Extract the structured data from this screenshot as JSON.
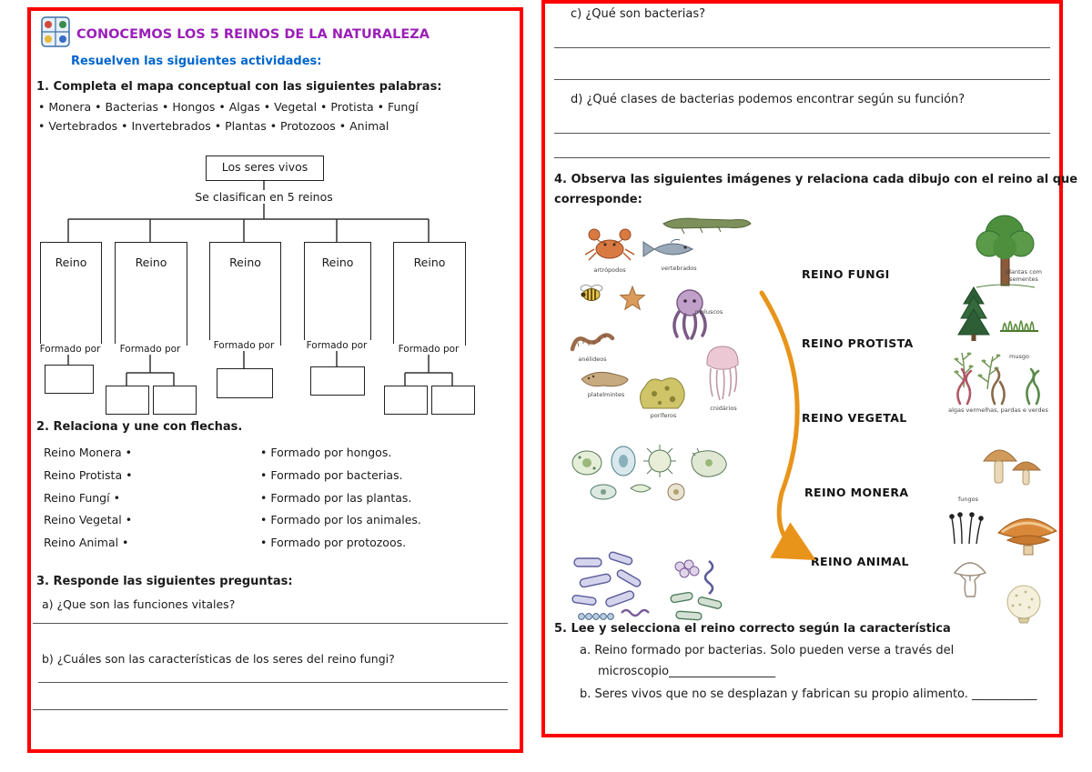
{
  "left_page": {
    "title": "CONOCEMOS LOS 5 REINOS DE LA NATURALEZA",
    "subtitle": "Resuelven las siguientes actividades:",
    "activity1": {
      "heading": "1. Completa el mapa conceptual con las siguientes palabras:",
      "word_bank_line1": "• Monera   • Bacterias   • Hongos  •  Algas    • Vegetal   • Protista • Fungí",
      "word_bank_line2": "• Vertebrados    • Invertebrados   • Plantas       • Protozoos • Animal",
      "map": {
        "root": "Los seres vivos",
        "caption": "Se clasifican en 5 reinos",
        "branch_label": "Reino",
        "formado_label": "Formado por"
      }
    },
    "activity2": {
      "heading": "2. Relaciona y une con flechas.",
      "left_items": [
        "Reino Monera •",
        "Reino Protista •",
        "Reino Fungí •",
        "Reino Vegetal •",
        "Reino Animal •"
      ],
      "right_items": [
        "• Formado por hongos.",
        "• Formado por bacterias.",
        "• Formado por las plantas.",
        "• Formado por los animales.",
        "• Formado por protozoos."
      ]
    },
    "activity3": {
      "heading": "3. Responde las siguientes preguntas:",
      "question_a": "a)  ¿Que son las funciones vitales?",
      "question_b": "b)  ¿Cuáles son las características de los seres del reino fungi?"
    }
  },
  "right_page": {
    "question_c": "c)   ¿Qué son bacterias?",
    "question_d": "d)   ¿Qué clases de bacterias podemos encontrar según su función?",
    "activity4": {
      "heading_line1": "4. Observa las siguientes imágenes y relaciona cada dibujo con el reino al que",
      "heading_line2": "corresponde:",
      "kingdoms": [
        "REINO FUNGI",
        "REINO PROTISTA",
        "REINO VEGETAL",
        "REINO MONERA",
        "REINO ANIMAL"
      ],
      "captions": {
        "arthropods": "artrópodos",
        "vertebrates": "vertebrados",
        "mollusks": "moluscos",
        "annelids": "anélideos",
        "flatworms": "platelmintes",
        "sponges": "poríferos",
        "cnidarians": "cnidários",
        "seed_plants": "plantas com sementes",
        "moss": "musgo",
        "algae": "algas vermelhas, pardas e verdes",
        "fungi": "fungos"
      }
    },
    "activity5": {
      "heading": "5. Lee y selecciona el reino correcto según la característica",
      "item_a_line1": "a.   Reino formado por bacterias. Solo pueden verse a través del",
      "item_a_line2": "microscopio__________________",
      "item_b": "b.   Seres vivos que no se desplazan y fabrican su propio alimento. ___________"
    }
  }
}
